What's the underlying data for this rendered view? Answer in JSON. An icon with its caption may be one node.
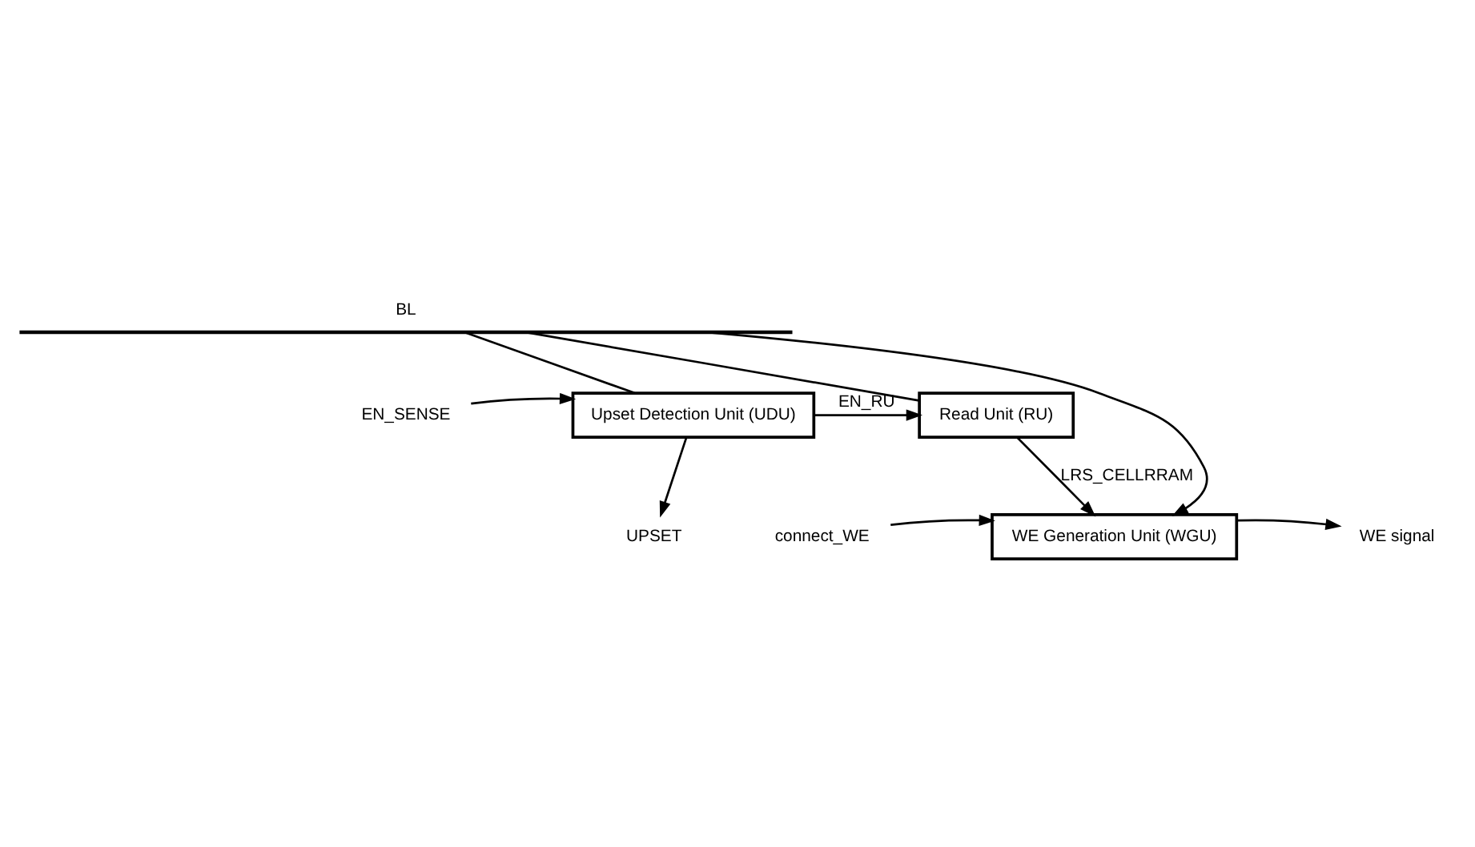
{
  "diagram": {
    "nodes": [
      {
        "text": [
          "BL"
        ]
      },
      {
        "text": [
          "Upset Detection Unit (UDU)"
        ]
      },
      {
        "text": [
          "Read Unit (RU)"
        ]
      },
      {
        "text": [
          "WE Generation Unit (WGU)"
        ]
      },
      {
        "text": [
          "EN_SENSE"
        ]
      },
      {
        "text": [
          "UPSET"
        ]
      },
      {
        "text": [
          "connect_WE"
        ]
      },
      {
        "text": [
          "WE signal"
        ]
      }
    ],
    "edges": [
      {
        "from": 4,
        "to": 1,
        "arrow": "to"
      },
      {
        "from": 1,
        "to": 2,
        "arrow": "to",
        "label": "EN_RU"
      },
      {
        "from": 0,
        "to": 1,
        "arrow": "none"
      },
      {
        "from": 0,
        "to": 2,
        "arrow": "none"
      },
      {
        "from": 0,
        "to": 3,
        "arrow": "to"
      },
      {
        "from": 2,
        "to": 3,
        "arrow": "to",
        "label": "LRS_CELLRRAM"
      },
      {
        "from": 1,
        "to": 5,
        "arrow": "to"
      },
      {
        "from": 6,
        "to": 3,
        "arrow": "to"
      },
      {
        "from": 3,
        "to": 7,
        "arrow": "to"
      }
    ]
  }
}
